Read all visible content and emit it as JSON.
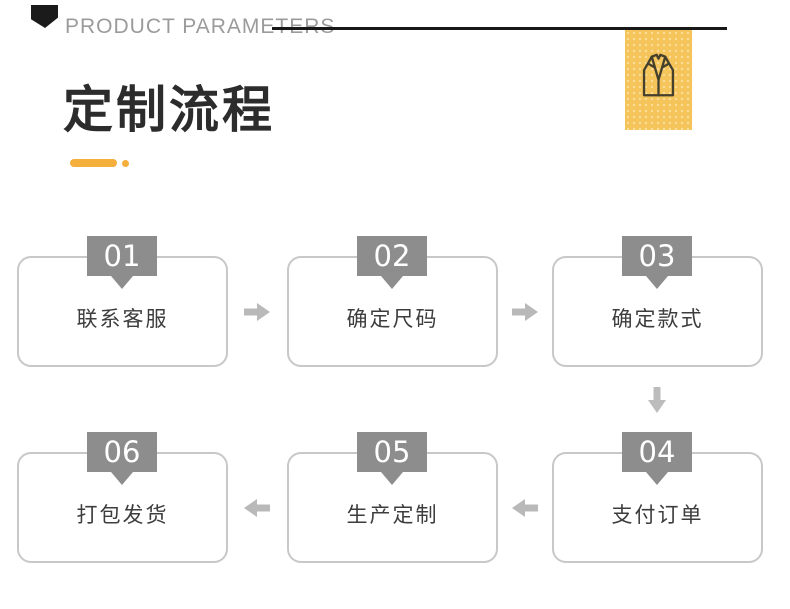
{
  "header": {
    "eyebrow": "PRODUCT PARAMETERS",
    "section_title": "定制流程"
  },
  "icons": {
    "corner_tag": "black-tag-decoration",
    "vest": "vest-garment-icon",
    "arrow_right": "arrow-right-icon",
    "arrow_left": "arrow-left-icon",
    "arrow_down": "arrow-down-icon"
  },
  "colors": {
    "accent_yellow_block": "#F5C55C",
    "accent_yellow_underline": "#F5AF3C",
    "header_line_black": "#181818",
    "tab_gray": "#8d8d8d",
    "arrow_gray": "#b9b9b9",
    "box_border_gray": "#c8c8c8",
    "title_black": "#2c2c2c"
  },
  "flow": {
    "steps": [
      {
        "num": "01",
        "label": "联系客服"
      },
      {
        "num": "02",
        "label": "确定尺码"
      },
      {
        "num": "03",
        "label": "确定款式"
      },
      {
        "num": "04",
        "label": "支付订单"
      },
      {
        "num": "05",
        "label": "生产定制"
      },
      {
        "num": "06",
        "label": "打包发货"
      }
    ]
  }
}
